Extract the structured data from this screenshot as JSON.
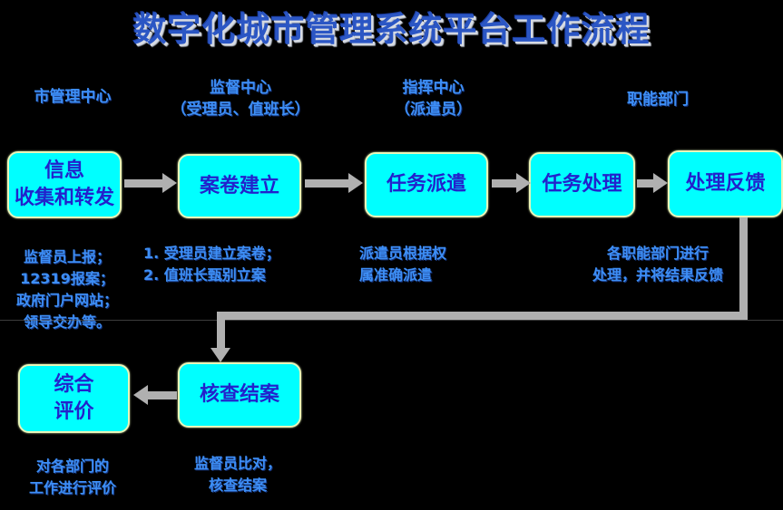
{
  "title": "数字化城市管理系统平台工作流程",
  "colors": {
    "background": "#000000",
    "title_text": "#2b56c4",
    "title_shadow": "#d8dce4",
    "label_text": "#3d8ef5",
    "box_fill": "#00ffff",
    "box_border": "#e8f5b8",
    "box_text": "#2222cc",
    "arrow": "#b0b0b0"
  },
  "column_labels": [
    {
      "id": "city-management-center",
      "line1": "市管理中心",
      "line2": ""
    },
    {
      "id": "supervision-center",
      "line1": "监督中心",
      "line2": "（受理员、值班长）"
    },
    {
      "id": "command-center",
      "line1": "指挥中心",
      "line2": "（派遣员）"
    },
    {
      "id": "functional-department",
      "line1": "职能部门",
      "line2": ""
    }
  ],
  "flow_boxes": [
    {
      "id": "information-collection",
      "line1": "信息",
      "line2": "收集和转发"
    },
    {
      "id": "case-creation",
      "line1": "案卷建立",
      "line2": ""
    },
    {
      "id": "task-dispatch",
      "line1": "任务派遣",
      "line2": ""
    },
    {
      "id": "task-processing",
      "line1": "任务处理",
      "line2": ""
    },
    {
      "id": "processing-feedback",
      "line1": "处理反馈",
      "line2": ""
    },
    {
      "id": "verification-closure",
      "line1": "核查结案",
      "line2": ""
    },
    {
      "id": "comprehensive-evaluation",
      "line1": "综合",
      "line2": "评价"
    }
  ],
  "notes": {
    "information_sources": "监督员上报；\n12319报案；\n政府门户网站；\n领导交办等。",
    "case_creation": "1. 受理员建立案卷；\n2. 值班长甄别立案",
    "task_dispatch": "派遣员根据权\n属准确派遣",
    "department_processing": "各职能部门进行\n处理，并将结果反馈",
    "evaluation": "对各部门的\n工作进行评价",
    "verification": "监督员比对，\n核查结案"
  },
  "connectors": [
    {
      "id": "info-to-case",
      "direction": "right"
    },
    {
      "id": "case-to-dispatch",
      "direction": "right"
    },
    {
      "id": "dispatch-to-processing",
      "direction": "right"
    },
    {
      "id": "processing-to-feedback",
      "direction": "right"
    },
    {
      "id": "feedback-to-verification",
      "direction": "down-left-down"
    },
    {
      "id": "verification-to-evaluation",
      "direction": "left"
    }
  ]
}
